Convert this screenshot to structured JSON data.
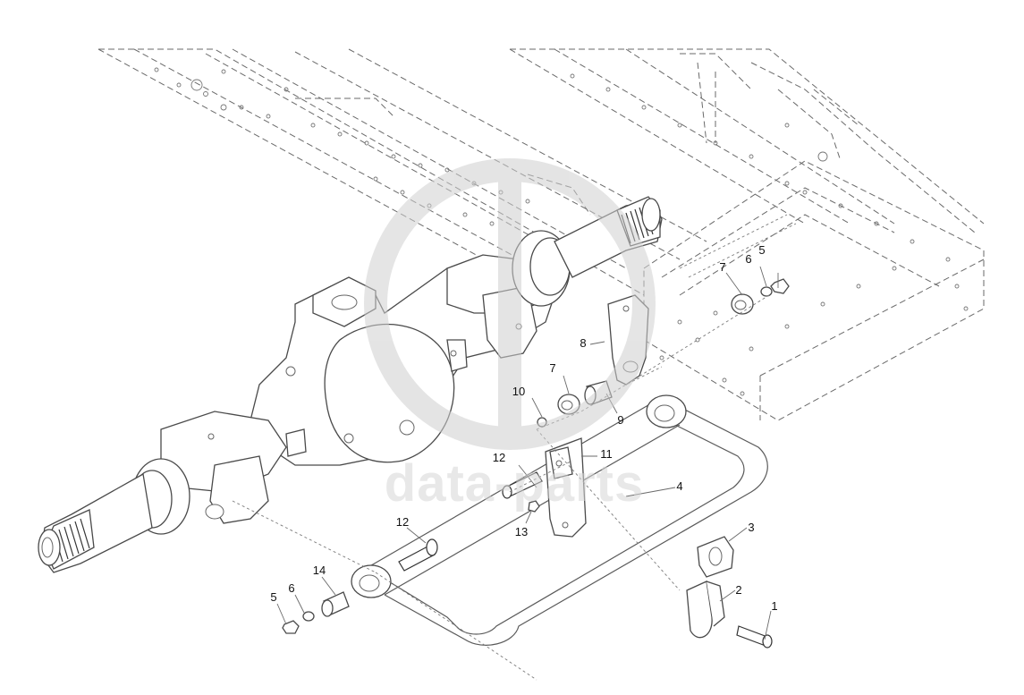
{
  "watermark": {
    "text": "data-parts"
  },
  "corner_mark": "",
  "callouts": [
    {
      "id": "c1",
      "label": "1"
    },
    {
      "id": "c2",
      "label": "2"
    },
    {
      "id": "c3",
      "label": "3"
    },
    {
      "id": "c4",
      "label": "4"
    },
    {
      "id": "c5a",
      "label": "5"
    },
    {
      "id": "c5b",
      "label": "5"
    },
    {
      "id": "c6a",
      "label": "6"
    },
    {
      "id": "c6b",
      "label": "6"
    },
    {
      "id": "c7a",
      "label": "7"
    },
    {
      "id": "c7b",
      "label": "7"
    },
    {
      "id": "c8",
      "label": "8"
    },
    {
      "id": "c9",
      "label": "9"
    },
    {
      "id": "c10",
      "label": "10"
    },
    {
      "id": "c11",
      "label": "11"
    },
    {
      "id": "c12a",
      "label": "12"
    },
    {
      "id": "c12b",
      "label": "12"
    },
    {
      "id": "c13",
      "label": "13"
    },
    {
      "id": "c14",
      "label": "14"
    }
  ]
}
